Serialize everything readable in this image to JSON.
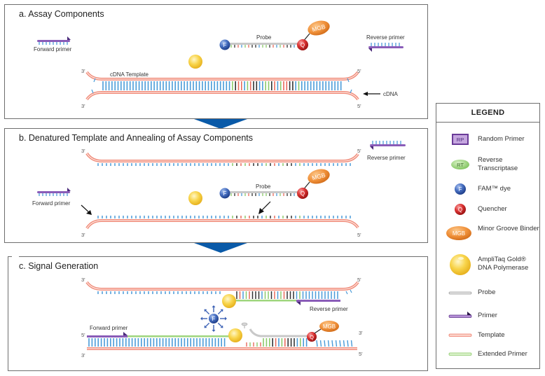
{
  "colors": {
    "template": "#f08a78",
    "template_inner": "#fde8e2",
    "base_blue": "#4a9bd8",
    "base_green": "#8cc96a",
    "base_red": "#e96a5c",
    "base_black": "#333333",
    "extended_primer": "#9fd67e",
    "primer": "#8a5cb8",
    "probe": "#bdbdbd",
    "fam": "#3d62b5",
    "quencher": "#d42a2a",
    "mgb": "#f0913a",
    "polymerase": "#f6cf3e",
    "flow_arrow": "#0a5aa8",
    "border": "#6e6e6e"
  },
  "panels": {
    "a": {
      "title": "a. Assay Components",
      "forward_primer": "Forward primer",
      "reverse_primer": "Reverse primer",
      "probe": "Probe",
      "fam_letter": "F",
      "quencher_letter": "Q",
      "mgb": "MGB",
      "template_label": "cDNA Template",
      "cdna_label": "cDNA",
      "end_3": "3'",
      "end_5": "5'"
    },
    "b": {
      "title": "b. Denatured Template and Annealing of Assay Components",
      "forward_primer": "Forward primer",
      "reverse_primer": "Reverse primer",
      "probe": "Probe",
      "fam_letter": "F",
      "quencher_letter": "Q",
      "mgb": "MGB",
      "end_3": "3'",
      "end_5": "5'"
    },
    "c": {
      "title": "c. Signal Generation",
      "forward_primer": "Forward primer",
      "reverse_primer": "Reverse primer",
      "fam_letter": "F",
      "quencher_letter": "Q",
      "mgb": "MGB",
      "end_3": "3'",
      "end_5": "5'"
    }
  },
  "legend": {
    "title": "LEGEND",
    "items": [
      {
        "icon": "random-primer-icon",
        "badge": "RP",
        "label": "Random Primer"
      },
      {
        "icon": "reverse-transcriptase-icon",
        "badge": "RT",
        "label": "Reverse Transcriptase"
      },
      {
        "icon": "fam-dye-icon",
        "badge": "F",
        "label": "FAM™ dye"
      },
      {
        "icon": "quencher-icon",
        "badge": "Q",
        "label": "Quencher"
      },
      {
        "icon": "mgb-icon",
        "badge": "MGB",
        "label": "Minor Groove Binder"
      },
      {
        "icon": "polymerase-icon",
        "badge": "",
        "label": "AmpliTaq Gold® DNA Polymerase"
      },
      {
        "icon": "probe-icon",
        "badge": "",
        "label": "Probe"
      },
      {
        "icon": "primer-icon",
        "badge": "",
        "label": "Primer"
      },
      {
        "icon": "template-icon",
        "badge": "",
        "label": "Template"
      },
      {
        "icon": "extended-primer-icon",
        "badge": "",
        "label": "Extended Primer"
      }
    ]
  }
}
